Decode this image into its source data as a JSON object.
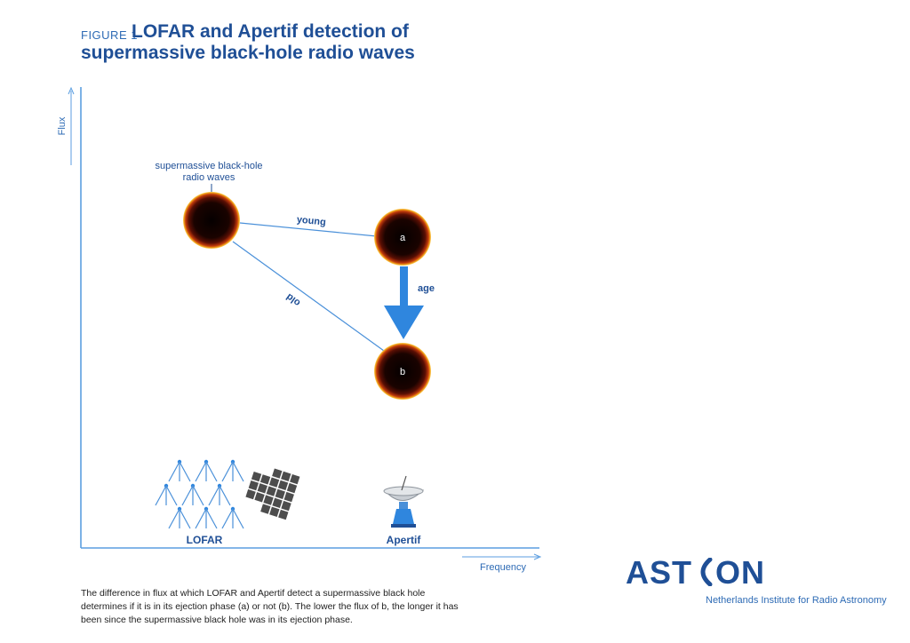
{
  "title": {
    "figure_label": "FIGURE 1",
    "line1": "LOFAR and Apertif detection of",
    "line2": "supermassive black-hole radio waves"
  },
  "axes": {
    "y_label": "Flux",
    "x_label": "Frequency"
  },
  "diagram": {
    "source_label_line1": "supermassive black-hole",
    "source_label_line2": "radio waves",
    "edge_young": "young",
    "edge_old": "old",
    "arrow_age": "age",
    "node_a": "a",
    "node_b": "b",
    "instrument_lofar": "LOFAR",
    "instrument_apertif": "Apertif"
  },
  "caption": "The difference in flux at which LOFAR and Apertif detect a supermassive black hole determines if it is in its ejection phase (a) or not (b). The lower the flux of b, the longer it has been since the supermassive black hole was in its ejection phase.",
  "logo": {
    "name_prefix": "AST",
    "name_suffix": "ON",
    "subtitle": "Netherlands Institute for Radio Astronomy"
  },
  "colors": {
    "primary_blue": "#1f4f96",
    "line_blue": "#4a90d9",
    "arrow_blue": "#2f86de",
    "halo_orange": "#e8a317",
    "panel_gray": "#4d4d4d"
  }
}
